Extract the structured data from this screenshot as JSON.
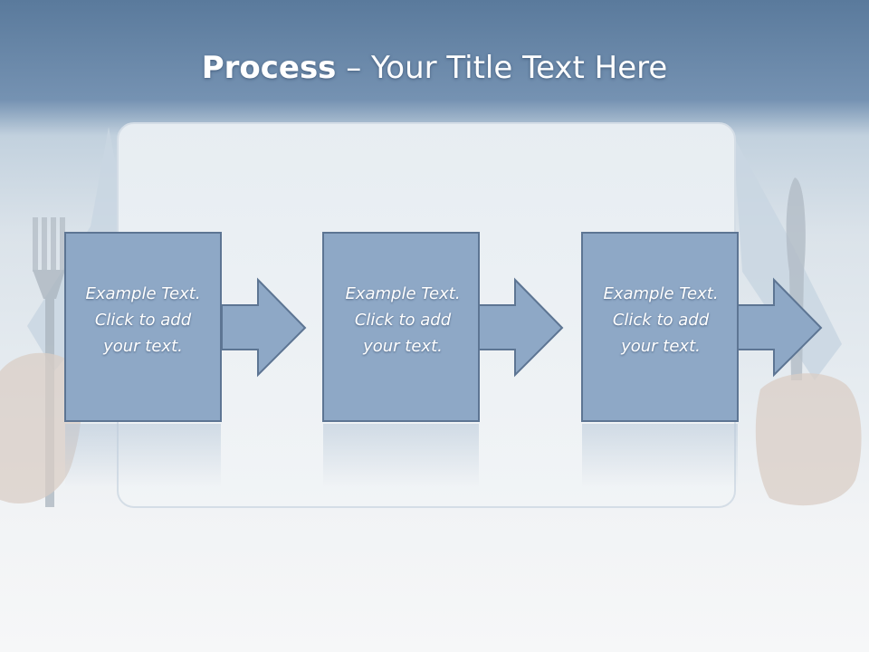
{
  "slide": {
    "title_strong": "Process",
    "title_rest": " – Your Title Text Here"
  },
  "steps": [
    {
      "lines": [
        "Example Text.",
        "Click  to add",
        "your text."
      ]
    },
    {
      "lines": [
        "Example Text.",
        "Click  to add",
        "your text."
      ]
    },
    {
      "lines": [
        "Example Text.",
        "Click  to add",
        "your text."
      ]
    }
  ],
  "colors": {
    "box_fill": "#8ea8c6",
    "box_stroke": "#5d7593",
    "header_band": "#6d8cae"
  }
}
